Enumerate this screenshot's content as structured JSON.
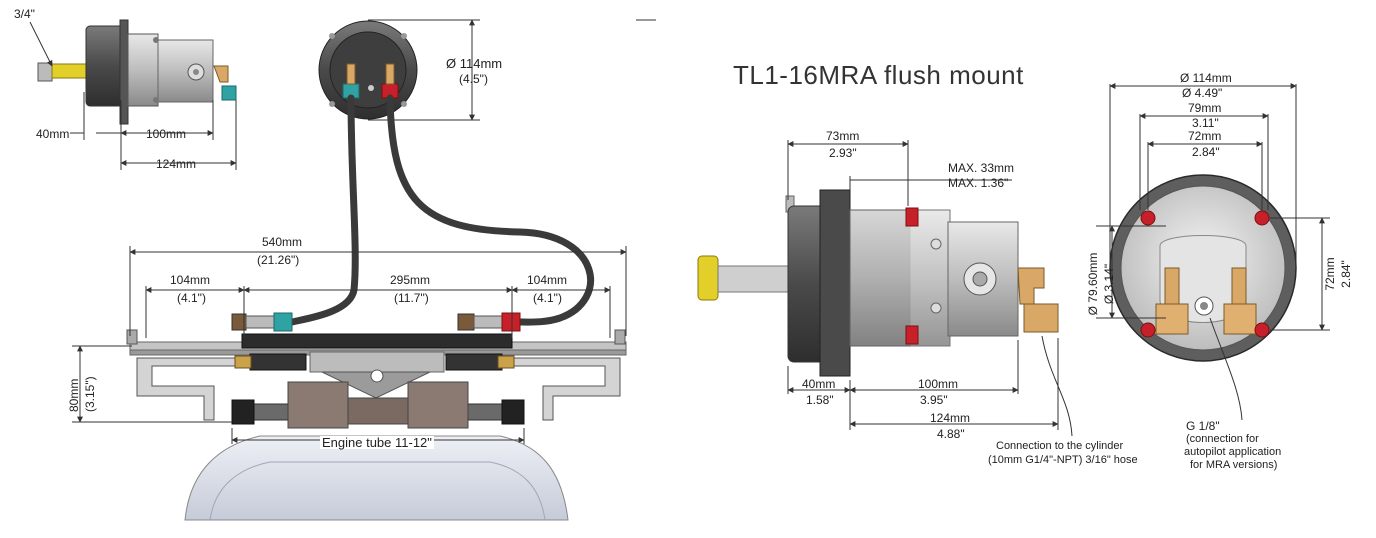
{
  "colors": {
    "metal_dark": "#5a5a5a",
    "metal_light": "#c9c9c9",
    "hose": "#3a3a3a",
    "red_fitting": "#c8202a",
    "teal_fitting": "#2fa3a3",
    "brass": "#d9a866",
    "yellow_shaft": "#e3cf2a",
    "engine_top": "#dfe3ee",
    "line": "#333333"
  },
  "left": {
    "thread_label": "3/4\"",
    "helm_dims": {
      "a": "40mm",
      "b": "100mm",
      "c": "124mm"
    },
    "bezel_diameter": {
      "mm": "Ø 114mm",
      "in": "(4.5\")"
    },
    "overall": {
      "mm": "540mm",
      "in": "(21.26\")"
    },
    "left_end": {
      "mm": "104mm",
      "in": "(4.1\")"
    },
    "center": {
      "mm": "295mm",
      "in": "(11.7\")"
    },
    "right_end": {
      "mm": "104mm",
      "in": "(4.1\")"
    },
    "height": {
      "mm": "80mm",
      "in": "(3.15\")"
    },
    "engine_tube": "Engine tube 11-12\""
  },
  "right": {
    "title": "TL1-16MRA flush mount",
    "depth_73": {
      "mm": "73mm",
      "in": "2.93\""
    },
    "max": {
      "mm": "MAX. 33mm",
      "in": "MAX. 1.36\""
    },
    "dim_40": {
      "mm": "40mm",
      "in": "1.58\""
    },
    "dim_100": {
      "mm": "100mm",
      "in": "3.95\""
    },
    "dim_124": {
      "mm": "124mm",
      "in": "4.88\""
    },
    "conn_cylinder": {
      "line1": "Connection to the cylinder",
      "line2": "(10mm G1/4\"-NPT) 3/16\" hose"
    },
    "dia_114": {
      "mm": "Ø 114mm",
      "in": "Ø 4.49\""
    },
    "dim_79": {
      "mm": "79mm",
      "in": "3.11\""
    },
    "dim_72": {
      "mm": "72mm",
      "in": "2.84\""
    },
    "dia_79_60": {
      "mm": "Ø 79.60mm",
      "in": "Ø 3.14\""
    },
    "side_72": {
      "mm": "72mm",
      "in": "2.84\""
    },
    "g18": {
      "line1": "G 1/8\"",
      "line2": "(connection for",
      "line3": "autopilot application",
      "line4": "for MRA versions)"
    }
  }
}
